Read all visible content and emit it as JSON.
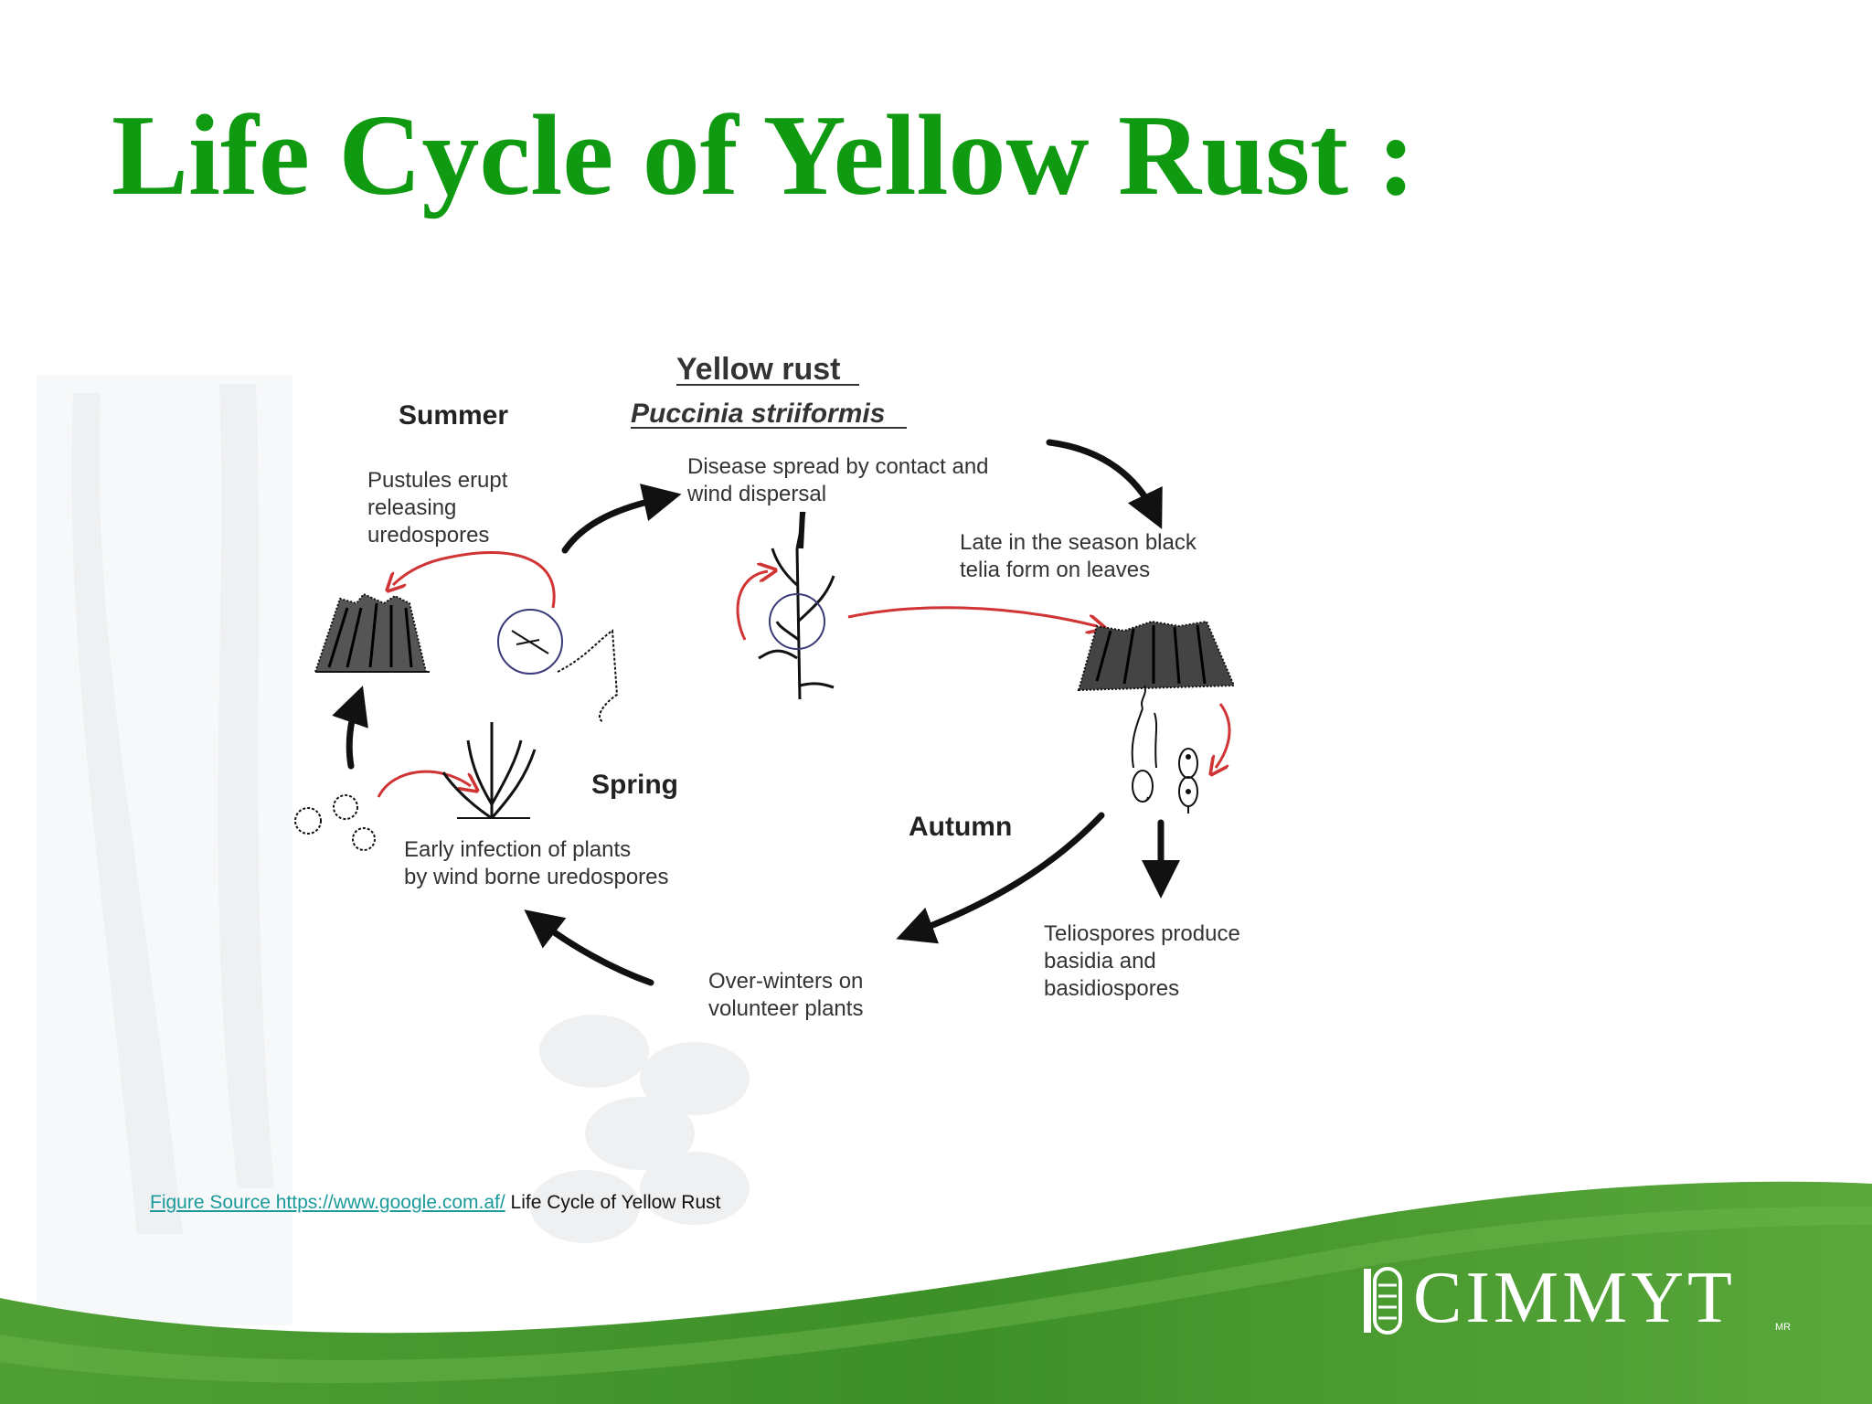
{
  "slide": {
    "title": "Life Cycle of Yellow Rust :",
    "accent_color": "#0f9a12",
    "footer_color": "#3f8f2a"
  },
  "diagram": {
    "title": "Yellow rust",
    "subtitle": "Puccinia striiformis",
    "seasons": {
      "summer": "Summer",
      "spring": "Spring",
      "autumn": "Autumn"
    },
    "stages": {
      "pustules": [
        "Pustules erupt",
        "releasing",
        "uredospores"
      ],
      "spread": [
        "Disease spread by contact and",
        "wind dispersal"
      ],
      "telia": [
        "Late in the season black",
        "telia form on leaves"
      ],
      "teliospores": [
        "Teliospores produce",
        "basidia and",
        "basidiospores"
      ],
      "overwinter": [
        "Over-winters on",
        "volunteer plants"
      ],
      "early_infection": [
        "Early infection of plants",
        "by wind borne uredospores"
      ]
    }
  },
  "source": {
    "link_text": "Figure Source https://www.google.com.af/",
    "caption": " Life Cycle of Yellow Rust"
  },
  "logo": {
    "name": "CIMMYT",
    "mark": "MR"
  }
}
